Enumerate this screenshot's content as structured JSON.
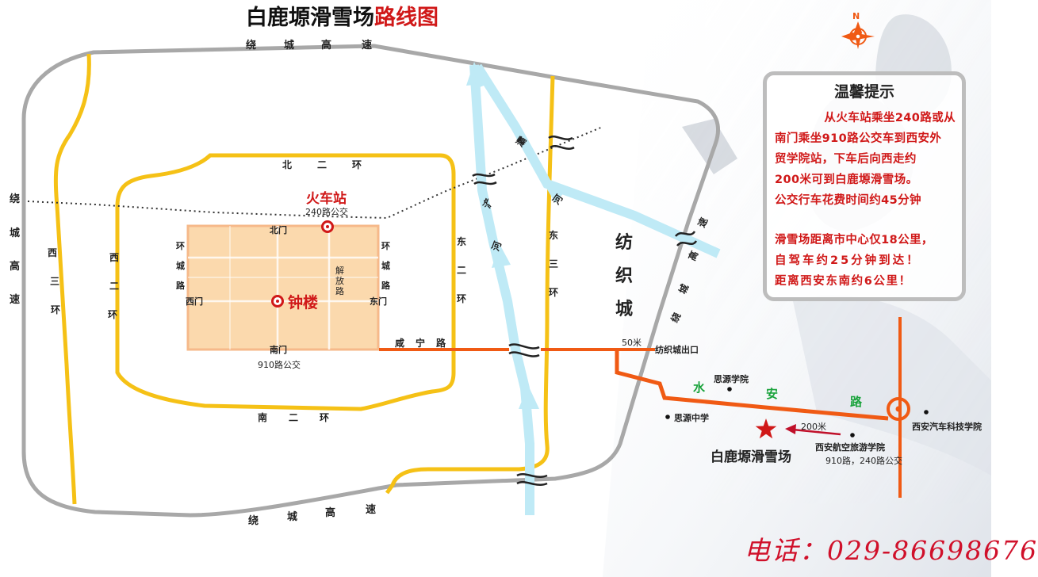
{
  "title": {
    "part1": "白鹿塬滑雪场",
    "part2": "路线图"
  },
  "compass": {
    "label": "N",
    "icon": "compass-rose-icon"
  },
  "tip": {
    "heading": "温馨提示",
    "lines": [
      "从火车站乘坐240路或从",
      "南门乘坐910路公交车到西安外",
      "贸学院站，下车后向西走约",
      "200米可到白鹿塬滑雪场。",
      "公交行车花费时间约45分钟",
      "滑雪场距离市中心仅18公里，",
      "自驾车约25分钟到达！",
      "距离西安东南约6公里！"
    ]
  },
  "roads": {
    "ring_highway_top": [
      "绕",
      "城",
      "高",
      "速"
    ],
    "ring_highway_bottom": [
      "绕",
      "城",
      "高",
      "速"
    ],
    "ring_highway_left": [
      "绕",
      "城",
      "高",
      "速"
    ],
    "ring_highway_right": [
      "速",
      "高",
      "城",
      "绕"
    ],
    "west_third_ring": [
      "西",
      "三",
      "环"
    ],
    "west_second_ring": [
      "西",
      "二",
      "环"
    ],
    "north_second_ring": [
      "北",
      "二",
      "环"
    ],
    "south_second_ring": [
      "南",
      "二",
      "环"
    ],
    "east_second_ring": [
      "东",
      "二",
      "环"
    ],
    "east_third_ring": [
      "东",
      "三",
      "环"
    ],
    "ring_road_west": [
      "环",
      "城",
      "路"
    ],
    "ring_road_east": [
      "环",
      "城",
      "路"
    ],
    "jiefang_road": [
      "解",
      "放",
      "路"
    ],
    "xianning_road": [
      "咸",
      "宁",
      "路"
    ],
    "shuian_road": [
      "水",
      "安",
      "路"
    ]
  },
  "rivers": {
    "ba_river": [
      "灞",
      "河"
    ],
    "chan_river": [
      "浐",
      "河"
    ]
  },
  "places": {
    "train_station": "火车站",
    "bus_240": "240路公交",
    "north_gate": "北门",
    "south_gate": "南门",
    "west_gate": "西门",
    "east_gate": "东门",
    "bell_tower": "钟楼",
    "bus_910": "910路公交",
    "textile_city": [
      "纺",
      "织",
      "城"
    ],
    "dist_50m": "50米",
    "textile_exit": "纺织城出口",
    "siyuan_college": "思源学院",
    "siyuan_middle": "思源中学",
    "distance_200m": "200米",
    "aviation_college": "西安航空旅游学院",
    "aviation_buses": "910路，240路公交",
    "auto_college": "西安汽车科技学院",
    "ski_resort": "白鹿塬滑雪场"
  },
  "phone": "电话：029-86698676",
  "colors": {
    "highway": "#a8a8a8",
    "ring_road": "#f5c116",
    "route": "#f05a14",
    "river": "#bfeaf6",
    "city_wall_fill": "#fbd9ad",
    "accent_red": "#d01818"
  }
}
